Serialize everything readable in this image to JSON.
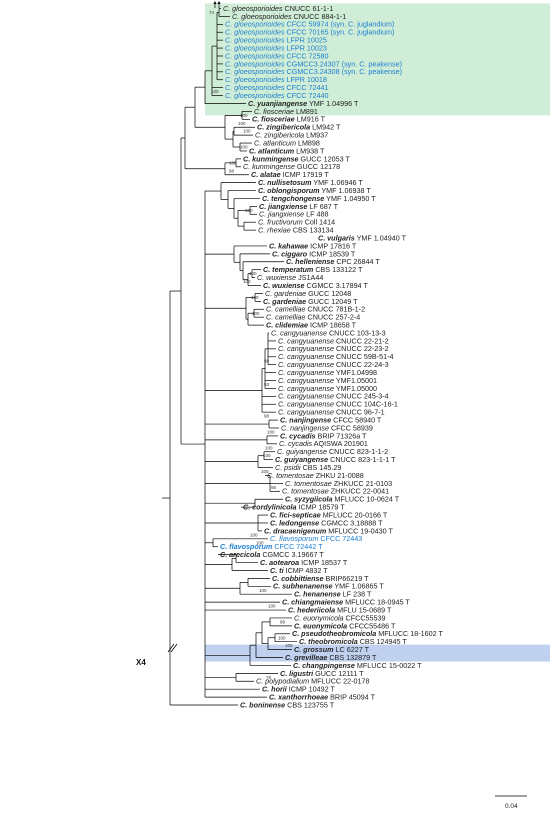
{
  "colors": {
    "highlight_text": "#1f7fd0",
    "green_band": "#bfe7c9",
    "blue_band": "#9eb8e6",
    "branch": "#000000"
  },
  "collapsed_branch_label": "X4",
  "scale_bar_label": "0.04",
  "clades": [
    {
      "name": "clade-gloeosporioides",
      "color": "green",
      "first": 0,
      "last": 13
    },
    {
      "name": "clade-flavosporum",
      "color": "blue",
      "first": 81,
      "last": 82
    }
  ],
  "taxa": [
    {
      "g": "C.",
      "ep": "gloeosporioides",
      "st": "CNUCC 61-1-1",
      "b": false,
      "hl": false
    },
    {
      "g": "C.",
      "ep": "gloeosporioides",
      "st": "CNUCC 884-1-1",
      "b": false,
      "hl": false
    },
    {
      "g": "C.",
      "ep": "gloeosporioides",
      "st": "CFCC 59974 (syn. C. juglandium)",
      "b": false,
      "hl": true
    },
    {
      "g": "C.",
      "ep": "gloeosporioides",
      "st": "CFCC 70165 (syn. C. juglandium)",
      "b": false,
      "hl": true
    },
    {
      "g": "C.",
      "ep": "gloeosporioides",
      "st": "LFPR 10025",
      "b": false,
      "hl": true
    },
    {
      "g": "C.",
      "ep": "gloeosporioides",
      "st": "LFPR 10023",
      "b": false,
      "hl": true
    },
    {
      "g": "C.",
      "ep": "gloeosporioides",
      "st": "CFCC 72580",
      "b": false,
      "hl": true
    },
    {
      "g": "C.",
      "ep": "gloeosporioides",
      "st": "CGMCC3.24307 (syn. C. peakense)",
      "b": false,
      "hl": true
    },
    {
      "g": "C.",
      "ep": "gloeosporioides",
      "st": "CGMCC3.24308 (syn. C. peakense)",
      "b": false,
      "hl": true
    },
    {
      "g": "C.",
      "ep": "gloeosporioides",
      "st": "LFPR 10018",
      "b": false,
      "hl": true
    },
    {
      "g": "C.",
      "ep": "gloeosporioides",
      "st": "CFCC 72441",
      "b": false,
      "hl": true
    },
    {
      "g": "C.",
      "ep": "gloeosporioides",
      "st": "CFCC 72440",
      "b": false,
      "hl": true
    },
    {
      "g": "C.",
      "ep": "yuanjiangense",
      "st": "YMF 1.04996 T",
      "b": true,
      "hl": false
    },
    {
      "g": "C.",
      "ep": "fiosceriae",
      "st": "LM891",
      "b": false,
      "hl": false
    },
    {
      "g": "C.",
      "ep": "fiosceriae",
      "st": "LM916 T",
      "b": true,
      "hl": false
    },
    {
      "g": "C.",
      "ep": "zingibericola",
      "st": "LM942 T",
      "b": true,
      "hl": false
    },
    {
      "g": "C.",
      "ep": "zingibericola",
      "st": "LM937",
      "b": false,
      "hl": false
    },
    {
      "g": "C.",
      "ep": "atlanticum",
      "st": "LM898",
      "b": false,
      "hl": false
    },
    {
      "g": "C.",
      "ep": "atlanticum",
      "st": "LM938 T",
      "b": true,
      "hl": false
    },
    {
      "g": "C.",
      "ep": "kunmingense",
      "st": "GUCC 12053 T",
      "b": true,
      "hl": false
    },
    {
      "g": "C.",
      "ep": "kunmingense",
      "st": "GUCC 12178",
      "b": false,
      "hl": false
    },
    {
      "g": "C.",
      "ep": "alatae",
      "st": "ICMP 17919 T",
      "b": true,
      "hl": false
    },
    {
      "g": "C.",
      "ep": "nullisetosum",
      "st": "YMF 1.06946 T",
      "b": true,
      "hl": false
    },
    {
      "g": "C.",
      "ep": "oblongisporum",
      "st": "YMF 1.06938 T",
      "b": true,
      "hl": false
    },
    {
      "g": "C.",
      "ep": "tengchongense",
      "st": "YMF 1.04950 T",
      "b": true,
      "hl": false
    },
    {
      "g": "C.",
      "ep": "jiangxiense",
      "st": "LF 687 T",
      "b": true,
      "hl": false
    },
    {
      "g": "C.",
      "ep": "jiangxiense",
      "st": "LF 488",
      "b": false,
      "hl": false
    },
    {
      "g": "C.",
      "ep": "fructivorum",
      "st": "Coll 1414",
      "b": false,
      "hl": false
    },
    {
      "g": "C.",
      "ep": "rhexiae",
      "st": "CBS 133134",
      "b": false,
      "hl": false
    },
    {
      "g": "C.",
      "ep": "vulgaris",
      "st": "YMF 1.04940 T",
      "b": true,
      "hl": false
    },
    {
      "g": "C.",
      "ep": "kahawae",
      "st": "ICMP 17816 T",
      "b": true,
      "hl": false
    },
    {
      "g": "C.",
      "ep": "ciggaro",
      "st": "ICMP 18539 T",
      "b": true,
      "hl": false
    },
    {
      "g": "C.",
      "ep": "helleniense",
      "st": "CPC 26844 T",
      "b": true,
      "hl": false
    },
    {
      "g": "C.",
      "ep": "temperatum",
      "st": "CBS 133122 T",
      "b": true,
      "hl": false
    },
    {
      "g": "C.",
      "ep": "wuxiense",
      "st": "JS1A44",
      "b": false,
      "hl": false
    },
    {
      "g": "C.",
      "ep": "wuxiense",
      "st": "CGMCC 3.17894 T",
      "b": true,
      "hl": false
    },
    {
      "g": "C.",
      "ep": "gardeniae",
      "st": "GUCC 12048",
      "b": false,
      "hl": false
    },
    {
      "g": "C.",
      "ep": "gardeniae",
      "st": "GUCC 12049 T",
      "b": true,
      "hl": false
    },
    {
      "g": "C.",
      "ep": "camelliae",
      "st": "CNUCC 781B-1-2",
      "b": false,
      "hl": false
    },
    {
      "g": "C.",
      "ep": "camelliae",
      "st": "CNUCC 257-2-4",
      "b": false,
      "hl": false
    },
    {
      "g": "C.",
      "ep": "clidemiae",
      "st": "ICMP 18658 T",
      "b": true,
      "hl": false
    },
    {
      "g": "C.",
      "ep": "cangyuanense",
      "st": "CNUCC 103-13-3",
      "b": false,
      "hl": false
    },
    {
      "g": "C.",
      "ep": "cangyuanense",
      "st": "CNUCC 22-21-2",
      "b": false,
      "hl": false
    },
    {
      "g": "C.",
      "ep": "cangyuanense",
      "st": "CNUCC 22-23-2",
      "b": false,
      "hl": false
    },
    {
      "g": "C.",
      "ep": "cangyuanense",
      "st": "CNUCC 59B-51-4",
      "b": false,
      "hl": false
    },
    {
      "g": "C.",
      "ep": "cangyuanense",
      "st": "CNUCC 22-24-3",
      "b": false,
      "hl": false
    },
    {
      "g": "C.",
      "ep": "cangyuanense",
      "st": "YMF1.04998",
      "b": false,
      "hl": false
    },
    {
      "g": "C.",
      "ep": "cangyuanense",
      "st": "YMF1.05001",
      "b": false,
      "hl": false
    },
    {
      "g": "C.",
      "ep": "cangyuanense",
      "st": "YMF1.05000",
      "b": false,
      "hl": false
    },
    {
      "g": "C.",
      "ep": "cangyuanense",
      "st": "CNUCC 245-3-4",
      "b": false,
      "hl": false
    },
    {
      "g": "C.",
      "ep": "cangyuanense",
      "st": "CNUCC 104C-16-1",
      "b": false,
      "hl": false
    },
    {
      "g": "C.",
      "ep": "cangyuanense",
      "st": "CNUCC 96-7-1",
      "b": false,
      "hl": false
    },
    {
      "g": "C.",
      "ep": "nanjingense",
      "st": "CFCC 58940 T",
      "b": true,
      "hl": false
    },
    {
      "g": "C.",
      "ep": "nanjingense",
      "st": "CFCC 58939",
      "b": false,
      "hl": false
    },
    {
      "g": "C.",
      "ep": "cycadis",
      "st": "BRIP 71326a T",
      "b": true,
      "hl": false
    },
    {
      "g": "C.",
      "ep": "cycadis",
      "st": "AQISWA 201901",
      "b": false,
      "hl": false
    },
    {
      "g": "C.",
      "ep": "guiyangense",
      "st": "CNUCC 823-1-1-2",
      "b": false,
      "hl": false
    },
    {
      "g": "C.",
      "ep": "guiyangense",
      "st": "CNUCC 823-1-1-1 T",
      "b": true,
      "hl": false
    },
    {
      "g": "C.",
      "ep": "psidii",
      "st": "CBS 145.29",
      "b": false,
      "hl": false
    },
    {
      "g": "C.",
      "ep": "tomentosae",
      "st": "ZHKU 21-0088",
      "b": false,
      "hl": false
    },
    {
      "g": "C.",
      "ep": "tomentosae",
      "st": "ZHKUCC 21-0103",
      "b": false,
      "hl": false
    },
    {
      "g": "C.",
      "ep": "tomentosae",
      "st": "ZHKUCC 22-0041",
      "b": false,
      "hl": false
    },
    {
      "g": "C.",
      "ep": "syzygiicola",
      "st": "MFLUCC 10-0624 T",
      "b": true,
      "hl": false
    },
    {
      "g": "C.",
      "ep": "cordylinicola",
      "st": "ICMP 18579 T",
      "b": true,
      "hl": false
    },
    {
      "g": "C.",
      "ep": "fici-septicae",
      "st": "MFLUCC 20-0166 T",
      "b": true,
      "hl": false
    },
    {
      "g": "C.",
      "ep": "ledongense",
      "st": "CGMCC 3.18888 T",
      "b": true,
      "hl": false
    },
    {
      "g": "C.",
      "ep": "dracaenigenum",
      "st": "MFLUCC 19-0430 T",
      "b": true,
      "hl": false
    },
    {
      "g": "C.",
      "ep": "flavosporum",
      "st": "CFCC 72443",
      "b": false,
      "hl": true
    },
    {
      "g": "C.",
      "ep": "flavosporum",
      "st": "CFCC 72442 T",
      "b": true,
      "hl": true
    },
    {
      "g": "C.",
      "ep": "arecicola",
      "st": "CGMCC 3.19667 T",
      "b": true,
      "hl": false
    },
    {
      "g": "C.",
      "ep": "aotearoa",
      "st": "ICMP 18537 T",
      "b": true,
      "hl": false
    },
    {
      "g": "C.",
      "ep": "ti",
      "st": "ICMP 4832 T",
      "b": true,
      "hl": false
    },
    {
      "g": "C.",
      "ep": "cobbittiense",
      "st": "BRIP66219 T",
      "b": true,
      "hl": false
    },
    {
      "g": "C.",
      "ep": "subhenanense",
      "st": "YMF 1.06865 T",
      "b": true,
      "hl": false
    },
    {
      "g": "C.",
      "ep": "henanense",
      "st": "LF 238 T",
      "b": true,
      "hl": false
    },
    {
      "g": "C.",
      "ep": "chiangmaiense",
      "st": "MFLUCC 18-0945 T",
      "b": true,
      "hl": false
    },
    {
      "g": "C.",
      "ep": "hederiicola",
      "st": "MFLU 15-0689 T",
      "b": true,
      "hl": false
    },
    {
      "g": "C.",
      "ep": "euonymicola",
      "st": "CFCC55539",
      "b": false,
      "hl": false
    },
    {
      "g": "C.",
      "ep": "euonymicola",
      "st": "CFCC55486 T",
      "b": true,
      "hl": false
    },
    {
      "g": "C.",
      "ep": "pseudotheobromicola",
      "st": "MFLUCC 18-1602 T",
      "b": true,
      "hl": false
    },
    {
      "g": "C.",
      "ep": "theobromicola",
      "st": "CBS 124945 T",
      "b": true,
      "hl": false
    },
    {
      "g": "C.",
      "ep": "grossum",
      "st": "LC 6227 T",
      "b": true,
      "hl": false
    },
    {
      "g": "C.",
      "ep": "grevilleae",
      "st": "CBS 132879 T",
      "b": true,
      "hl": false
    },
    {
      "g": "C.",
      "ep": "changpingense",
      "st": "MFLUCC 15-0022 T",
      "b": true,
      "hl": false
    },
    {
      "g": "C.",
      "ep": "ligustri",
      "st": "GUCC 12111 T",
      "b": true,
      "hl": false
    },
    {
      "g": "C.",
      "ep": "polypodialium",
      "st": "MFLUCC 22-0178",
      "b": false,
      "hl": false
    },
    {
      "g": "C.",
      "ep": "horii",
      "st": "ICMP 10492 T",
      "b": true,
      "hl": false
    },
    {
      "g": "C.",
      "ep": "xanthorrhoeae",
      "st": "BRIP 45094 T",
      "b": true,
      "hl": false
    },
    {
      "g": "C.",
      "ep": "boninense",
      "st": "CBS 123755 T",
      "b": true,
      "hl": false
    }
  ],
  "supports": [
    {
      "t": "74",
      "r": 0
    },
    {
      "t": "100",
      "r": 10
    },
    {
      "t": "100",
      "r": 13
    },
    {
      "t": "100",
      "r": 15
    },
    {
      "t": "100",
      "r": 17
    },
    {
      "t": "100",
      "r": 14
    },
    {
      "t": "100",
      "r": 19
    },
    {
      "t": "98",
      "r": 20
    },
    {
      "t": "100",
      "r": 25
    },
    {
      "t": "100",
      "r": 34
    },
    {
      "t": "100",
      "r": 36
    },
    {
      "t": "100",
      "r": 33
    },
    {
      "t": "100",
      "r": 38
    },
    {
      "t": "80",
      "r": 44
    },
    {
      "t": "93",
      "r": 47
    },
    {
      "t": "98",
      "r": 51
    },
    {
      "t": "100",
      "r": 53
    },
    {
      "t": "100",
      "r": 55
    },
    {
      "t": "100",
      "r": 56
    },
    {
      "t": "100",
      "r": 58
    },
    {
      "t": "95",
      "r": 60
    },
    {
      "t": "100",
      "r": 66
    },
    {
      "t": "100",
      "r": 67
    },
    {
      "t": "100",
      "r": 73
    },
    {
      "t": "100",
      "r": 75
    },
    {
      "t": "98",
      "r": 77
    },
    {
      "t": "100",
      "r": 79
    },
    {
      "t": "100",
      "r": 80
    },
    {
      "t": "78",
      "r": 84
    }
  ]
}
